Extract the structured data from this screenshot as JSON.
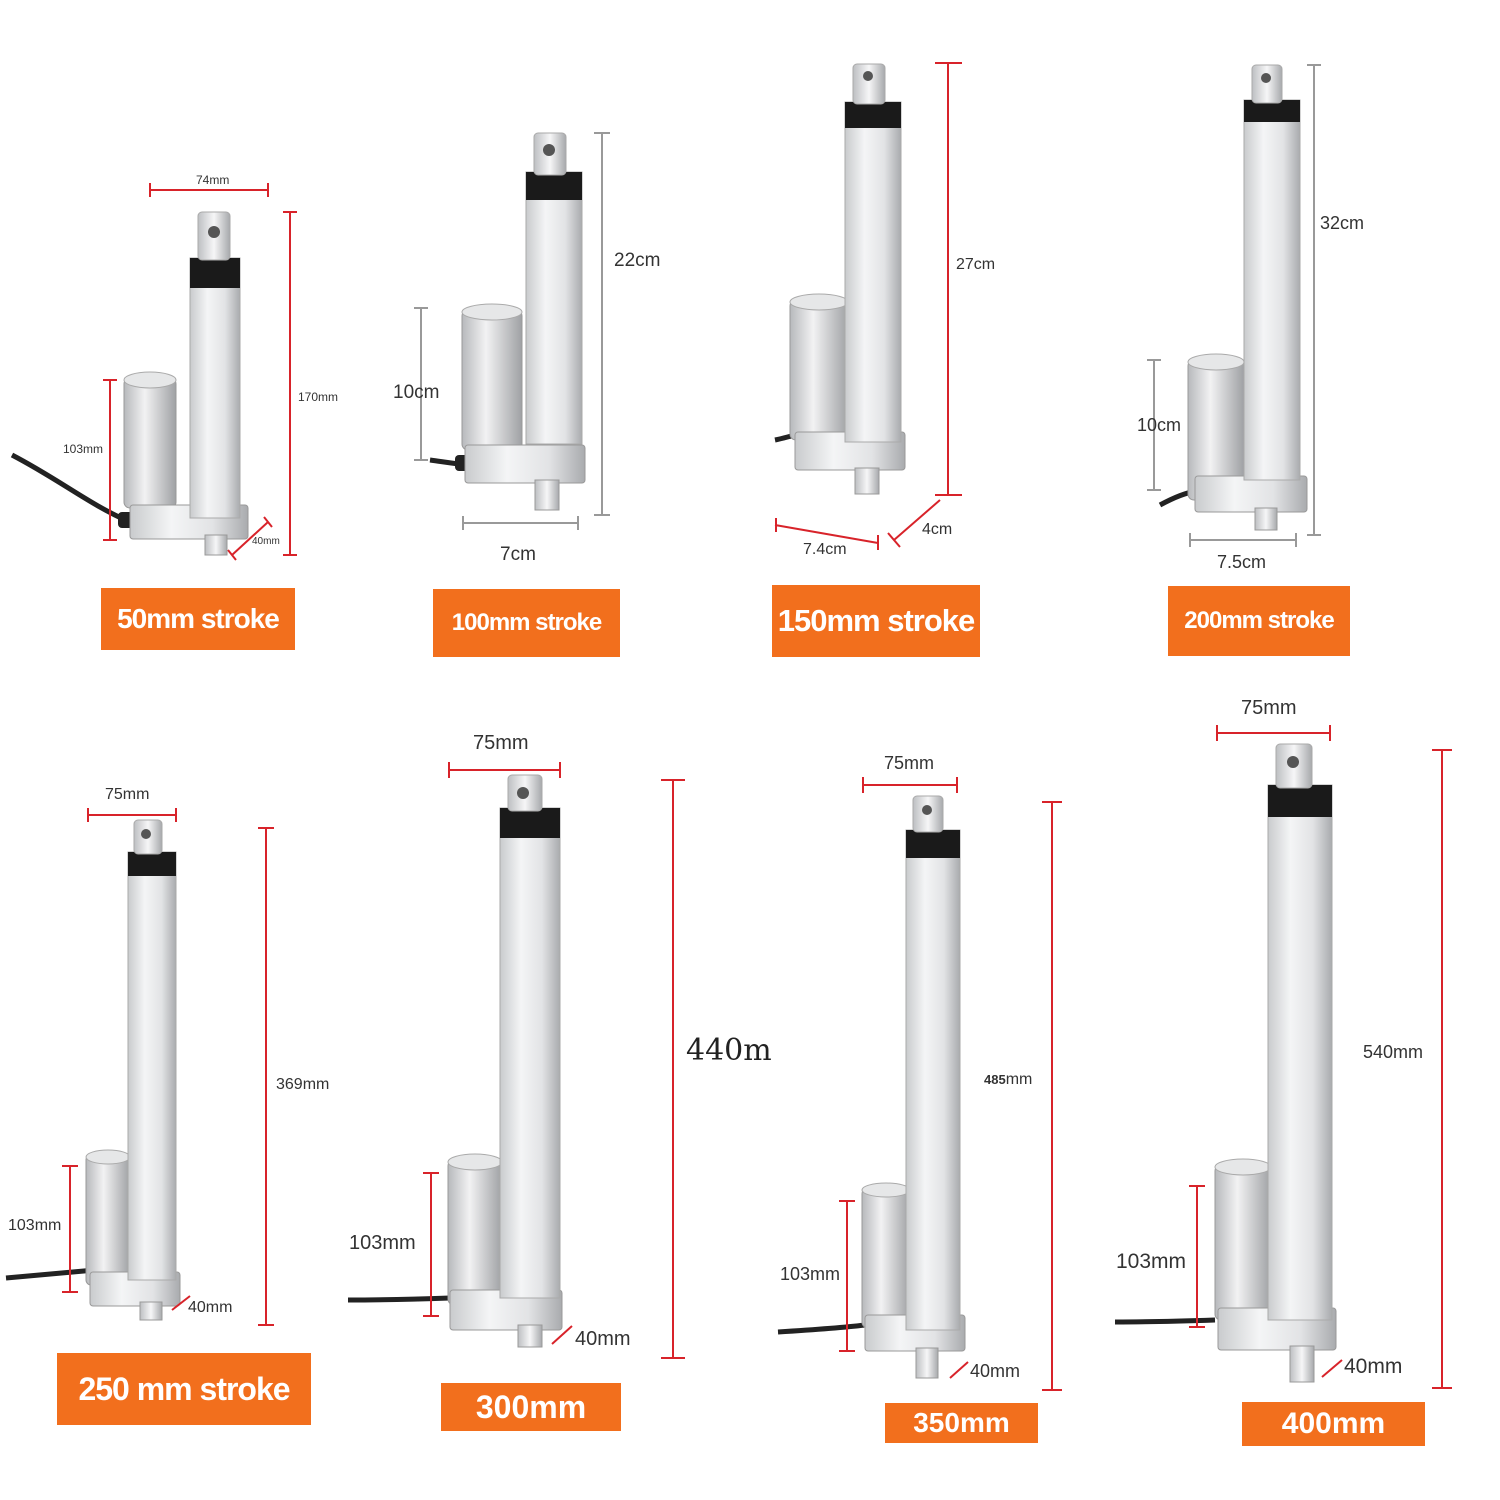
{
  "products": [
    {
      "stroke_label": "50mm stroke",
      "width": "74mm",
      "height_value": "170",
      "height_unit": "mm",
      "motor": "103mm",
      "depth": "40mm"
    },
    {
      "stroke_label": "100mm stroke",
      "height": "22cm",
      "motor": "10cm",
      "width": "7cm"
    },
    {
      "stroke_label": "150mm stroke",
      "height": "27cm",
      "width": "7.4cm",
      "depth": "4cm"
    },
    {
      "stroke_label": "200mm stroke",
      "height": "32cm",
      "motor": "10cm",
      "width": "7.5cm"
    },
    {
      "stroke_label": "250 mm stroke",
      "width": "75mm",
      "height": "369mm",
      "motor": "103mm",
      "depth": "40mm"
    },
    {
      "stroke_label": "300mm",
      "width": "75mm",
      "height": "440m",
      "motor": "103mm",
      "depth": "40mm"
    },
    {
      "stroke_label": "350mm",
      "width": "75mm",
      "height_value": "485",
      "height_unit": "mm",
      "motor": "103mm",
      "depth": "40mm"
    },
    {
      "stroke_label": "400mm",
      "width": "75mm",
      "height": "540mm",
      "motor": "103mm",
      "depth": "40mm"
    }
  ],
  "colors": {
    "badge": "#f26f1d",
    "dimension_line": "#d8232a",
    "dimension_line_gray": "#999999"
  }
}
